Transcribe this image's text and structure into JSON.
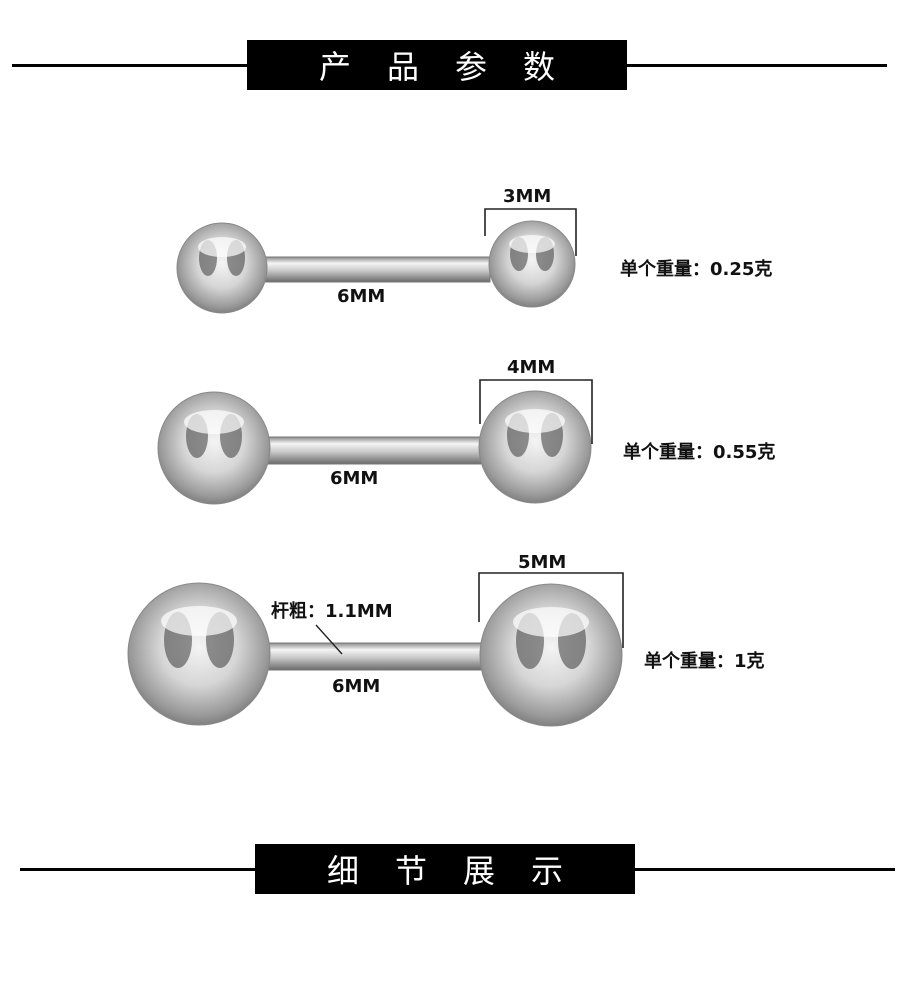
{
  "sections": {
    "params_title": "产品参数",
    "details_title": "细节展示"
  },
  "products": [
    {
      "ball_size": "3MM",
      "bar_length": "6MM",
      "weight": "单个重量：0.25克"
    },
    {
      "ball_size": "4MM",
      "bar_length": "6MM",
      "weight": "单个重量：0.55克"
    },
    {
      "ball_size": "5MM",
      "bar_length": "6MM",
      "weight": "单个重量：1克"
    }
  ],
  "bar_thickness_label": "杆粗：1.1MM"
}
